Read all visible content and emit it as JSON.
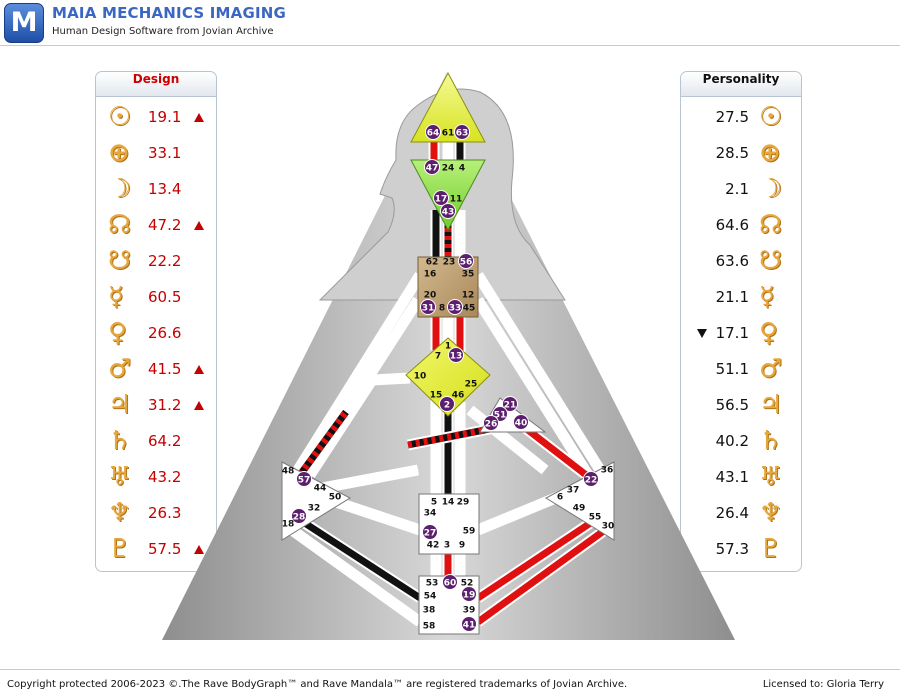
{
  "header": {
    "logo_letter": "M",
    "title": "MAIA MECHANICS IMAGING",
    "subtitle": "Human Design Software from Jovian Archive"
  },
  "design": {
    "title": "Design",
    "rows": [
      {
        "icon": "sun-icon",
        "glyph": "☉",
        "value": "19.1",
        "arrow": "up"
      },
      {
        "icon": "earth-icon",
        "glyph": "⊕",
        "value": "33.1",
        "arrow": ""
      },
      {
        "icon": "moon-icon",
        "glyph": "☽",
        "value": "13.4",
        "arrow": ""
      },
      {
        "icon": "north-node-icon",
        "glyph": "☊",
        "value": "47.2",
        "arrow": "up"
      },
      {
        "icon": "south-node-icon",
        "glyph": "☋",
        "value": "22.2",
        "arrow": ""
      },
      {
        "icon": "mercury-icon",
        "glyph": "☿",
        "value": "60.5",
        "arrow": ""
      },
      {
        "icon": "venus-icon",
        "glyph": "♀",
        "value": "26.6",
        "arrow": ""
      },
      {
        "icon": "mars-icon",
        "glyph": "♂",
        "value": "41.5",
        "arrow": "up"
      },
      {
        "icon": "jupiter-icon",
        "glyph": "♃",
        "value": "31.2",
        "arrow": "up"
      },
      {
        "icon": "saturn-icon",
        "glyph": "♄",
        "value": "64.2",
        "arrow": ""
      },
      {
        "icon": "uranus-icon",
        "glyph": "♅",
        "value": "43.2",
        "arrow": ""
      },
      {
        "icon": "neptune-icon",
        "glyph": "♆",
        "value": "26.3",
        "arrow": ""
      },
      {
        "icon": "pluto-icon",
        "glyph": "♇",
        "value": "57.5",
        "arrow": "up"
      }
    ]
  },
  "personality": {
    "title": "Personality",
    "rows": [
      {
        "icon": "sun-icon",
        "glyph": "☉",
        "value": "27.5",
        "arrow": ""
      },
      {
        "icon": "earth-icon",
        "glyph": "⊕",
        "value": "28.5",
        "arrow": ""
      },
      {
        "icon": "moon-icon",
        "glyph": "☽",
        "value": "2.1",
        "arrow": ""
      },
      {
        "icon": "north-node-icon",
        "glyph": "☊",
        "value": "64.6",
        "arrow": ""
      },
      {
        "icon": "south-node-icon",
        "glyph": "☋",
        "value": "63.6",
        "arrow": ""
      },
      {
        "icon": "mercury-icon",
        "glyph": "☿",
        "value": "21.1",
        "arrow": ""
      },
      {
        "icon": "venus-icon",
        "glyph": "♀",
        "value": "17.1",
        "arrow": "down"
      },
      {
        "icon": "mars-icon",
        "glyph": "♂",
        "value": "51.1",
        "arrow": ""
      },
      {
        "icon": "jupiter-icon",
        "glyph": "♃",
        "value": "56.5",
        "arrow": ""
      },
      {
        "icon": "saturn-icon",
        "glyph": "♄",
        "value": "40.2",
        "arrow": ""
      },
      {
        "icon": "uranus-icon",
        "glyph": "♅",
        "value": "43.1",
        "arrow": ""
      },
      {
        "icon": "neptune-icon",
        "glyph": "♆",
        "value": "26.4",
        "arrow": ""
      },
      {
        "icon": "pluto-icon",
        "glyph": "♇",
        "value": "57.3",
        "arrow": ""
      }
    ]
  },
  "bodygraph": {
    "colors": {
      "design": "#e01010",
      "personality": "#111111",
      "defined_gate_fill": "#5b1f6e"
    },
    "gates": [
      {
        "number": "64",
        "active": true
      },
      {
        "number": "61",
        "active": false
      },
      {
        "number": "63",
        "active": true
      },
      {
        "number": "47",
        "active": true
      },
      {
        "number": "24",
        "active": false
      },
      {
        "number": "4",
        "active": false
      },
      {
        "number": "17",
        "active": true
      },
      {
        "number": "11",
        "active": false
      },
      {
        "number": "43",
        "active": true
      },
      {
        "number": "62",
        "active": false
      },
      {
        "number": "23",
        "active": false
      },
      {
        "number": "56",
        "active": true
      },
      {
        "number": "16",
        "active": false
      },
      {
        "number": "35",
        "active": false
      },
      {
        "number": "20",
        "active": false
      },
      {
        "number": "12",
        "active": false
      },
      {
        "number": "31",
        "active": true
      },
      {
        "number": "8",
        "active": false
      },
      {
        "number": "33",
        "active": true
      },
      {
        "number": "45",
        "active": false
      },
      {
        "number": "1",
        "active": false
      },
      {
        "number": "13",
        "active": true
      },
      {
        "number": "7",
        "active": false
      },
      {
        "number": "10",
        "active": false
      },
      {
        "number": "25",
        "active": false
      },
      {
        "number": "15",
        "active": false
      },
      {
        "number": "46",
        "active": false
      },
      {
        "number": "2",
        "active": true
      },
      {
        "number": "21",
        "active": true
      },
      {
        "number": "51",
        "active": true
      },
      {
        "number": "26",
        "active": true
      },
      {
        "number": "40",
        "active": true
      },
      {
        "number": "48",
        "active": false
      },
      {
        "number": "57",
        "active": true
      },
      {
        "number": "44",
        "active": false
      },
      {
        "number": "50",
        "active": false
      },
      {
        "number": "32",
        "active": false
      },
      {
        "number": "28",
        "active": true
      },
      {
        "number": "18",
        "active": false
      },
      {
        "number": "36",
        "active": false
      },
      {
        "number": "22",
        "active": true
      },
      {
        "number": "37",
        "active": false
      },
      {
        "number": "6",
        "active": false
      },
      {
        "number": "49",
        "active": false
      },
      {
        "number": "55",
        "active": false
      },
      {
        "number": "30",
        "active": false
      },
      {
        "number": "5",
        "active": false
      },
      {
        "number": "14",
        "active": false
      },
      {
        "number": "29",
        "active": false
      },
      {
        "number": "34",
        "active": false
      },
      {
        "number": "27",
        "active": true
      },
      {
        "number": "59",
        "active": false
      },
      {
        "number": "42",
        "active": false
      },
      {
        "number": "3",
        "active": false
      },
      {
        "number": "9",
        "active": false
      },
      {
        "number": "53",
        "active": false
      },
      {
        "number": "60",
        "active": true
      },
      {
        "number": "52",
        "active": false
      },
      {
        "number": "54",
        "active": false
      },
      {
        "number": "19",
        "active": true
      },
      {
        "number": "38",
        "active": false
      },
      {
        "number": "39",
        "active": false
      },
      {
        "number": "58",
        "active": false
      },
      {
        "number": "41",
        "active": true
      }
    ]
  },
  "footer": {
    "copyright": "Copyright protected 2006-2023 ©.The Rave BodyGraph™ and Rave Mandala™ are registered trademarks of Jovian Archive.",
    "licensed": "Licensed to: Gloria Terry"
  }
}
